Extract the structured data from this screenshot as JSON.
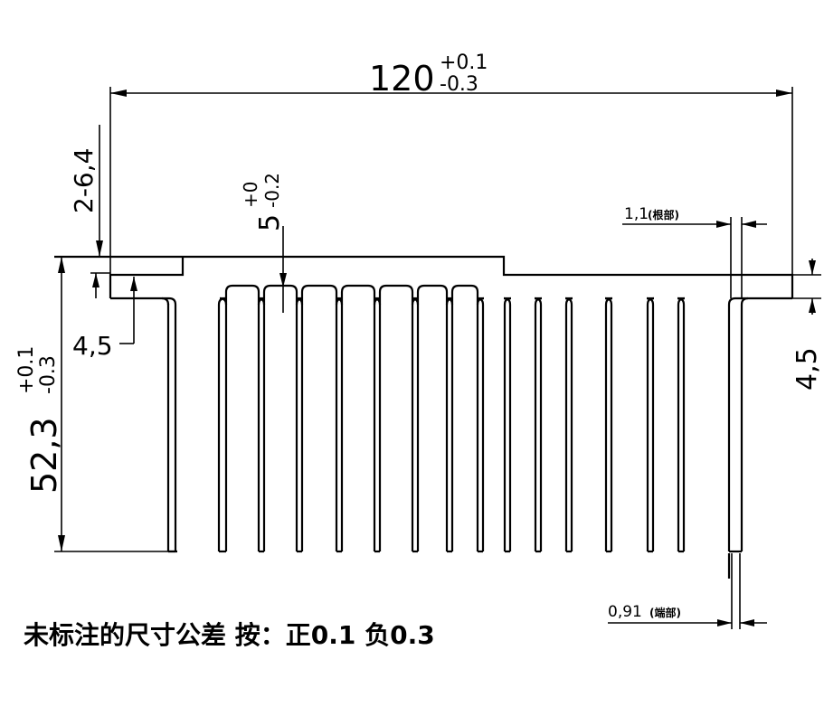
{
  "drawing": {
    "overall_width": {
      "nominal": "120",
      "upper": "+0.1",
      "lower": "-0.3"
    },
    "overall_height": {
      "nominal": "52,3",
      "upper": "+0.1",
      "lower": "-0.3"
    },
    "step_left": "2-6,4",
    "step_left_base": "4,5",
    "step_right_base": "4,5",
    "fin_gap": {
      "nominal": "5",
      "upper": "+0",
      "lower": "-0.2"
    },
    "fin_thickness_top": "1,1",
    "fin_thickness_top_note": "(根部)",
    "fin_thickness_bottom": "0,91",
    "fin_thickness_bottom_note": "(端部)",
    "general_tolerance_note": "未标注的尺寸公差 按：正0.1 负0.3"
  }
}
